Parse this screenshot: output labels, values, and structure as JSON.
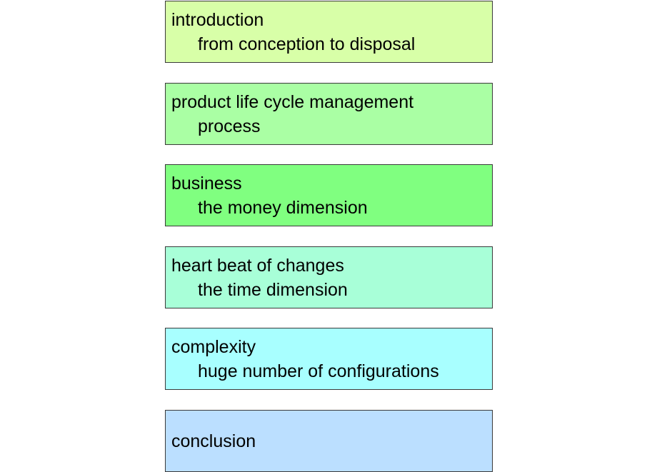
{
  "sections": [
    {
      "title": "introduction",
      "subtitle": "from conception to disposal",
      "color": "#d8ffa8"
    },
    {
      "title": "product life cycle management",
      "subtitle": "process",
      "color": "#aaffa4"
    },
    {
      "title": "business",
      "subtitle": "the money dimension",
      "color": "#80ff80"
    },
    {
      "title": "heart beat of changes",
      "subtitle": "the time dimension",
      "color": "#a8ffd8"
    },
    {
      "title": "complexity",
      "subtitle": "huge number of configurations",
      "color": "#a8ffff"
    },
    {
      "title": "conclusion",
      "subtitle": "",
      "color": "#bbdfff"
    }
  ]
}
